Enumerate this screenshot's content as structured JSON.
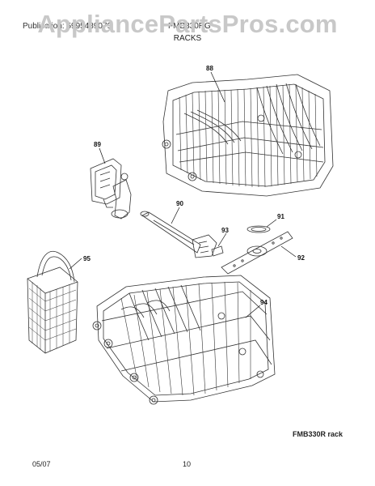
{
  "header": {
    "watermark": "AppliancePartsPros.com",
    "publication": "Publication: 5995489079",
    "model": "FMB330RG",
    "section": "RACKS"
  },
  "callouts": [
    "88",
    "89",
    "90",
    "91",
    "92",
    "93",
    "94",
    "95"
  ],
  "caption": "FMB330R rack",
  "footer": {
    "date": "05/07",
    "page": "10"
  }
}
